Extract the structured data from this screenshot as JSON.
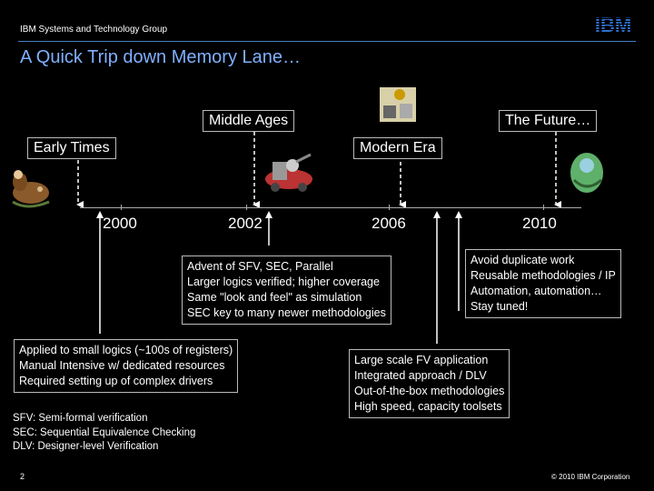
{
  "header": {
    "group_name": "IBM Systems and Technology Group",
    "logo_text": "IBM",
    "title": "A Quick Trip down Memory Lane…"
  },
  "eras": {
    "middle_ages": "Middle Ages",
    "the_future": "The Future…",
    "early_times": "Early Times",
    "modern_era": "Modern Era"
  },
  "timeline": {
    "years": [
      "2000",
      "2002",
      "2006",
      "2010"
    ]
  },
  "boxes": {
    "sfv_sec": [
      "Advent of SFV, SEC, Parallel",
      "Larger logics verified; higher coverage",
      "Same \"look and feel\" as simulation",
      "SEC key to many newer methodologies"
    ],
    "future": [
      "Avoid duplicate work",
      "Reusable methodologies / IP",
      "Automation, automation…",
      "Stay tuned!"
    ],
    "early": [
      "Applied to small logics (~100s of registers)",
      "Manual Intensive w/ dedicated resources",
      "Required setting up of complex drivers"
    ],
    "modern": [
      "Large scale FV application",
      "Integrated approach / DLV",
      "Out-of-the-box methodologies",
      "High speed, capacity toolsets"
    ]
  },
  "legend": [
    "SFV: Semi-formal verification",
    "SEC: Sequential Equivalence Checking",
    "DLV: Designer-level Verification"
  ],
  "footer": {
    "page_number": "2",
    "copyright": "© 2010 IBM Corporation"
  },
  "colors": {
    "background": "#000000",
    "title": "#7fb0ff",
    "rule": "#4a7ec0"
  }
}
